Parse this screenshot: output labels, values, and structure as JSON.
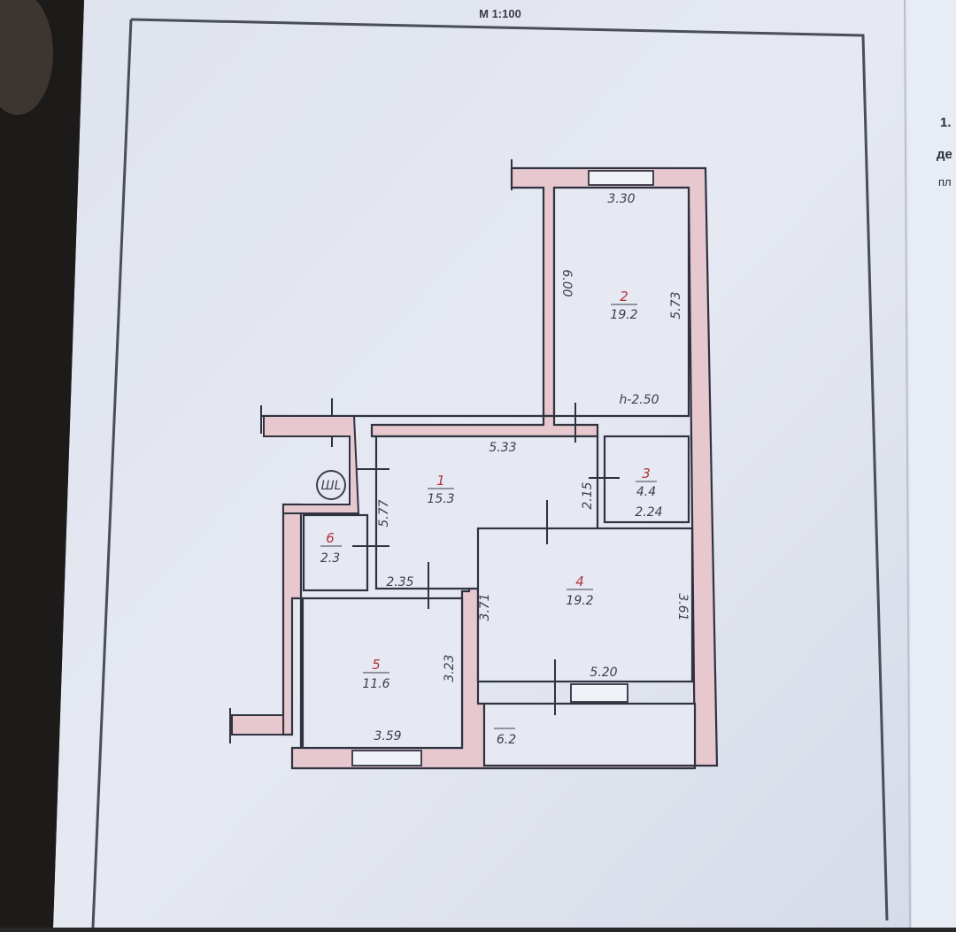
{
  "header": {
    "scale_label": "М 1:100"
  },
  "side_text": [
    "1.",
    "де",
    "пл"
  ],
  "plan": {
    "rooms": [
      {
        "number": "1",
        "area": "15.3"
      },
      {
        "number": "2",
        "area": "19.2"
      },
      {
        "number": "3",
        "area": "4.4"
      },
      {
        "number": "4",
        "area": "19.2"
      },
      {
        "number": "5",
        "area": "11.6"
      },
      {
        "number": "6",
        "area": "2.3"
      },
      {
        "number": "",
        "area": "6.2"
      }
    ],
    "dimensions": {
      "r2_top": "3.30",
      "r2_left": "6.00",
      "r2_right": "5.73",
      "height": "h-2.50",
      "r1_top": "5.33",
      "r1_left": "5.77",
      "r1_right": "2.15",
      "r1_bottom": "2.35",
      "r3_bottom": "2.24",
      "r4_left": "3.71",
      "r4_right": "3.61",
      "r4_bottom": "5.20",
      "r5_right": "3.23",
      "r5_bottom": "3.59"
    },
    "shaft_label": "ШL"
  }
}
